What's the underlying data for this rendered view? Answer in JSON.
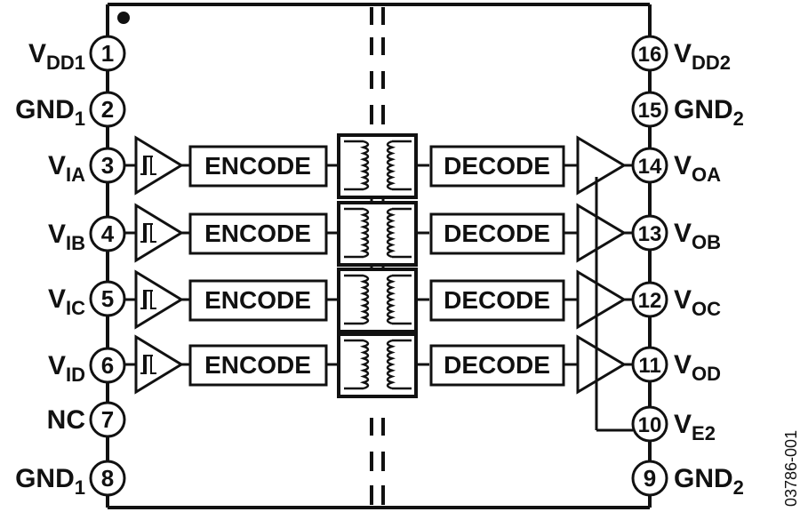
{
  "figure_id": "03786-001",
  "left_pins": [
    {
      "num": "1",
      "name": "V",
      "sub": "DD1"
    },
    {
      "num": "2",
      "name": "GND",
      "sub": "1"
    },
    {
      "num": "3",
      "name": "V",
      "sub": "IA"
    },
    {
      "num": "4",
      "name": "V",
      "sub": "IB"
    },
    {
      "num": "5",
      "name": "V",
      "sub": "IC"
    },
    {
      "num": "6",
      "name": "V",
      "sub": "ID"
    },
    {
      "num": "7",
      "name": "NC",
      "sub": ""
    },
    {
      "num": "8",
      "name": "GND",
      "sub": "1"
    }
  ],
  "right_pins": [
    {
      "num": "16",
      "name": "V",
      "sub": "DD2"
    },
    {
      "num": "15",
      "name": "GND",
      "sub": "2"
    },
    {
      "num": "14",
      "name": "V",
      "sub": "OA"
    },
    {
      "num": "13",
      "name": "V",
      "sub": "OB"
    },
    {
      "num": "12",
      "name": "V",
      "sub": "OC"
    },
    {
      "num": "11",
      "name": "V",
      "sub": "OD"
    },
    {
      "num": "10",
      "name": "V",
      "sub": "E2"
    },
    {
      "num": "9",
      "name": "GND",
      "sub": "2"
    }
  ],
  "channels": [
    {
      "encode": "ENCODE",
      "decode": "DECODE"
    },
    {
      "encode": "ENCODE",
      "decode": "DECODE"
    },
    {
      "encode": "ENCODE",
      "decode": "DECODE"
    },
    {
      "encode": "ENCODE",
      "decode": "DECODE"
    }
  ]
}
